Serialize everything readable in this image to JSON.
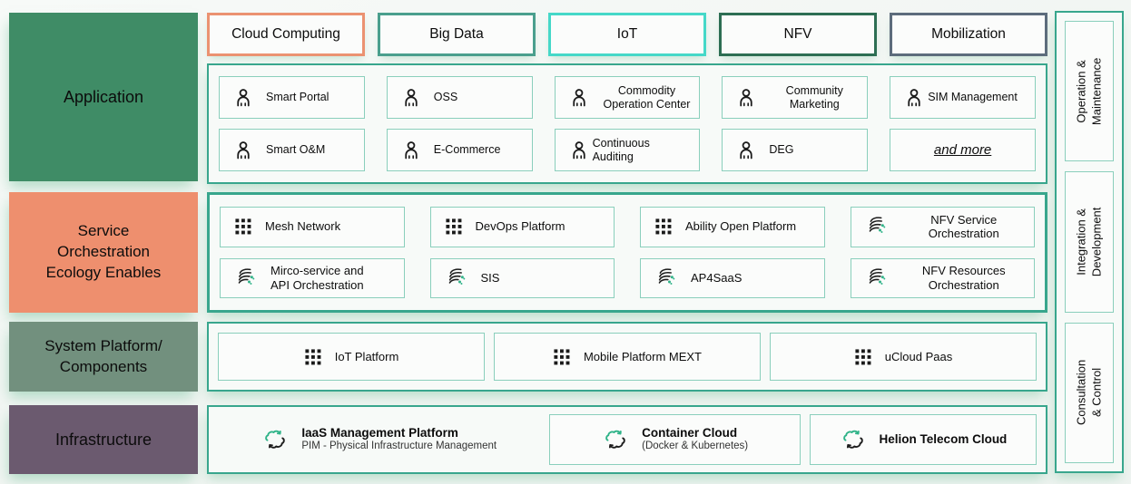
{
  "layers": [
    {
      "label": "Application",
      "color": "#3f8c66"
    },
    {
      "label": "Service\nOrchestration\nEcology Enables",
      "color": "#ee8f6e"
    },
    {
      "label": "System Platform/\nComponents",
      "color": "#72907e"
    },
    {
      "label": "Infrastructure",
      "color": "#6b5a6f"
    }
  ],
  "tabs": [
    {
      "label": "Cloud Computing",
      "border": "#eb9271"
    },
    {
      "label": "Big Data",
      "border": "#4a9f8d"
    },
    {
      "label": "IoT",
      "border": "#45d8c8"
    },
    {
      "label": "NFV",
      "border": "#2d6e53"
    },
    {
      "label": "Mobilization",
      "border": "#5d6c7c"
    }
  ],
  "application": {
    "items": [
      {
        "label": "Smart Portal",
        "icon": "person"
      },
      {
        "label": "OSS",
        "icon": "person"
      },
      {
        "label": "Commodity\nOperation Center",
        "icon": "person"
      },
      {
        "label": "Community\nMarketing",
        "icon": "person"
      },
      {
        "label": "SIM Management",
        "icon": "person"
      },
      {
        "label": "Smart O&M",
        "icon": "person"
      },
      {
        "label": "E-Commerce",
        "icon": "person"
      },
      {
        "label": "Continuous Auditing",
        "icon": "person"
      },
      {
        "label": "DEG",
        "icon": "person"
      },
      {
        "label": "and more",
        "icon": "none"
      }
    ]
  },
  "service": {
    "items": [
      {
        "label": "Mesh Network",
        "icon": "grid"
      },
      {
        "label": "DevOps Platform",
        "icon": "grid"
      },
      {
        "label": "Ability Open Platform",
        "icon": "grid"
      },
      {
        "label": "NFV Service\nOrchestration",
        "icon": "orchestration"
      },
      {
        "label": "Mirco-service and\nAPI Orchestration",
        "icon": "orchestration"
      },
      {
        "label": "SIS",
        "icon": "orchestration"
      },
      {
        "label": "AP4SaaS",
        "icon": "orchestration"
      },
      {
        "label": "NFV Resources\nOrchestration",
        "icon": "orchestration"
      }
    ]
  },
  "system": {
    "items": [
      {
        "label": "IoT Platform",
        "icon": "grid"
      },
      {
        "label": "Mobile Platform MEXT",
        "icon": "grid"
      },
      {
        "label": "uCloud Paas",
        "icon": "grid"
      }
    ]
  },
  "infrastructure": {
    "items": [
      {
        "label": "IaaS Management Platform",
        "sub": "PIM - Physical Infrastructure Management",
        "icon": "cloud-sync"
      },
      {
        "label": "Container Cloud",
        "sub": "(Docker & Kubernetes)",
        "icon": "cloud-sync"
      },
      {
        "label": "Helion Telecom Cloud",
        "sub": "",
        "icon": "cloud-sync"
      }
    ]
  },
  "sidebar": {
    "items": [
      {
        "label": "Operation &\nMaintenance"
      },
      {
        "label": "Integration &\nDevelopment"
      },
      {
        "label": "Consultation & Control"
      }
    ]
  },
  "palette": {
    "outer_border": "#38a68d",
    "item_border": "#8acfbc",
    "accent_green_dot": "#2fb388"
  }
}
